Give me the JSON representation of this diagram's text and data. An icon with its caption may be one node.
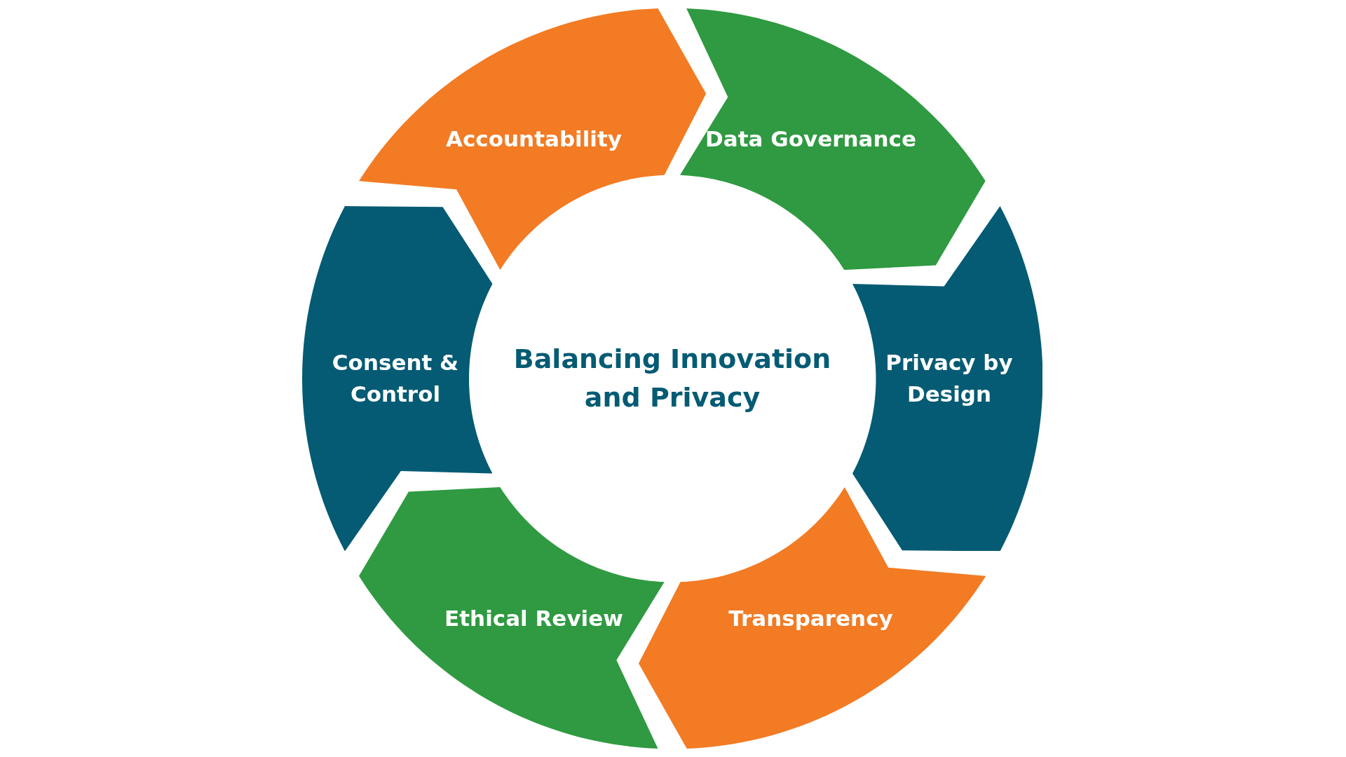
{
  "diagram": {
    "title": "Balancing Innovation and Privacy",
    "nodes": [
      {
        "text": [
          "Accountability"
        ]
      },
      {
        "text": [
          "Data Governance"
        ]
      },
      {
        "text": [
          "Privacy by Design"
        ]
      },
      {
        "text": [
          "Transparency"
        ]
      },
      {
        "text": [
          "Ethical Review"
        ]
      },
      {
        "text": [
          "Consent & Control"
        ]
      }
    ]
  }
}
